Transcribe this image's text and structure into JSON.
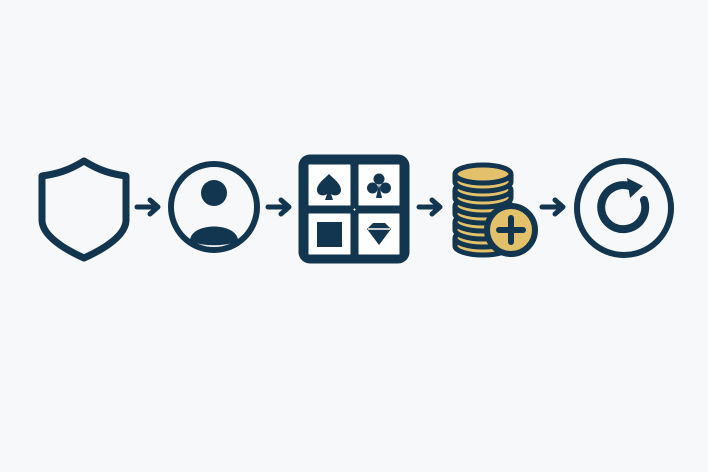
{
  "colors": {
    "background": "#f7f8f9",
    "stroke": "#123650",
    "coin_fill": "#e3c06a",
    "tile_fill": "#ffffff"
  },
  "steps": [
    {
      "id": "secure",
      "icon": "shield-icon"
    },
    {
      "id": "account",
      "icon": "user-profile-icon"
    },
    {
      "id": "games",
      "icon": "card-suits-grid-icon"
    },
    {
      "id": "deposit",
      "icon": "coin-stack-plus-icon"
    },
    {
      "id": "repeat",
      "icon": "refresh-cycle-icon"
    }
  ],
  "connectors": [
    {
      "from": "secure",
      "to": "account",
      "icon": "arrow-right-icon"
    },
    {
      "from": "account",
      "to": "games",
      "icon": "arrow-right-icon"
    },
    {
      "from": "games",
      "to": "deposit",
      "icon": "arrow-right-icon"
    },
    {
      "from": "deposit",
      "to": "repeat",
      "icon": "arrow-right-icon"
    }
  ]
}
